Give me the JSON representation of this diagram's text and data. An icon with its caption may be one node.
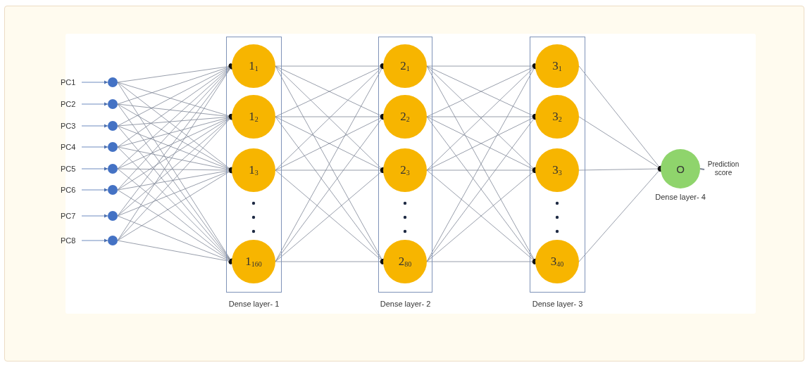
{
  "diagram": {
    "nodes": [
      {
        "text": [
          "PC1"
        ]
      },
      {
        "text": [
          "PC2"
        ]
      },
      {
        "text": [
          "PC3"
        ]
      },
      {
        "text": [
          "PC4"
        ]
      },
      {
        "text": [
          "PC5"
        ]
      },
      {
        "text": [
          "PC6"
        ]
      },
      {
        "text": [
          "PC7"
        ]
      },
      {
        "text": [
          "PC8"
        ]
      },
      {
        "text": [],
        "shape": "circle"
      },
      {
        "text": [],
        "shape": "circle"
      },
      {
        "text": [],
        "shape": "circle"
      },
      {
        "text": [],
        "shape": "circle"
      },
      {
        "text": [],
        "shape": "circle"
      },
      {
        "text": [],
        "shape": "circle"
      },
      {
        "text": [],
        "shape": "circle"
      },
      {
        "text": [],
        "shape": "circle"
      },
      {
        "text": [
          "Dense layer- 1"
        ]
      },
      {
        "text": [
          "1$_{1}$"
        ],
        "in": 16
      },
      {
        "text": [
          "1$_{2}$"
        ],
        "in": 16
      },
      {
        "text": [
          "1$_{3}$"
        ],
        "in": 16
      },
      {
        "text": [
          "1$_{160}$"
        ],
        "in": 16
      },
      {
        "text": [
          "Dense layer- 2"
        ]
      },
      {
        "text": [
          "2$_{1}$"
        ],
        "in": 21
      },
      {
        "text": [
          "2$_{2}$"
        ],
        "in": 21
      },
      {
        "text": [
          "2$_{3}$"
        ],
        "in": 21
      },
      {
        "text": [
          "2$_{80}$"
        ],
        "in": 21
      },
      {
        "text": [
          "Dense layer- 3"
        ]
      },
      {
        "text": [
          "3$_{1}$"
        ],
        "in": 26
      },
      {
        "text": [
          "3$_{2}$"
        ],
        "in": 26
      },
      {
        "text": [
          "3$_{3}$"
        ],
        "in": 26
      },
      {
        "text": [
          "3$_{40}$"
        ],
        "in": 26
      },
      {
        "text": [
          "O"
        ],
        "beside": [
          "Dense layer- 4"
        ]
      },
      {
        "text": [
          "Prediction score"
        ]
      }
    ],
    "edges": [
      {
        "from": 0,
        "to": 8,
        "arrow": "to"
      },
      {
        "from": 1,
        "to": 9,
        "arrow": "to"
      },
      {
        "from": 2,
        "to": 10,
        "arrow": "to"
      },
      {
        "from": 3,
        "to": 11,
        "arrow": "to"
      },
      {
        "from": 4,
        "to": 12,
        "arrow": "to"
      },
      {
        "from": 5,
        "to": 13,
        "arrow": "to"
      },
      {
        "from": 6,
        "to": 14,
        "arrow": "to"
      },
      {
        "from": 7,
        "to": 15,
        "arrow": "to"
      },
      {
        "from": 8,
        "to": 17,
        "arrow": "other"
      },
      {
        "from": 8,
        "to": 18,
        "arrow": "other"
      },
      {
        "from": 8,
        "to": 19,
        "arrow": "other"
      },
      {
        "from": 8,
        "to": 20,
        "arrow": "other"
      },
      {
        "from": 9,
        "to": 17,
        "arrow": "other"
      },
      {
        "from": 9,
        "to": 18,
        "arrow": "other"
      },
      {
        "from": 9,
        "to": 19,
        "arrow": "other"
      },
      {
        "from": 9,
        "to": 20,
        "arrow": "other"
      },
      {
        "from": 10,
        "to": 17,
        "arrow": "other"
      },
      {
        "from": 10,
        "to": 18,
        "arrow": "other"
      },
      {
        "from": 10,
        "to": 19,
        "arrow": "other"
      },
      {
        "from": 10,
        "to": 20,
        "arrow": "other"
      },
      {
        "from": 11,
        "to": 17,
        "arrow": "other"
      },
      {
        "from": 11,
        "to": 18,
        "arrow": "other"
      },
      {
        "from": 11,
        "to": 19,
        "arrow": "other"
      },
      {
        "from": 11,
        "to": 20,
        "arrow": "other"
      },
      {
        "from": 12,
        "to": 17,
        "arrow": "other"
      },
      {
        "from": 12,
        "to": 18,
        "arrow": "other"
      },
      {
        "from": 12,
        "to": 19,
        "arrow": "other"
      },
      {
        "from": 12,
        "to": 20,
        "arrow": "other"
      },
      {
        "from": 13,
        "to": 17,
        "arrow": "other"
      },
      {
        "from": 13,
        "to": 18,
        "arrow": "other"
      },
      {
        "from": 13,
        "to": 19,
        "arrow": "other"
      },
      {
        "from": 13,
        "to": 20,
        "arrow": "other"
      },
      {
        "from": 14,
        "to": 17,
        "arrow": "other"
      },
      {
        "from": 14,
        "to": 18,
        "arrow": "other"
      },
      {
        "from": 14,
        "to": 19,
        "arrow": "other"
      },
      {
        "from": 14,
        "to": 20,
        "arrow": "other"
      },
      {
        "from": 15,
        "to": 17,
        "arrow": "other"
      },
      {
        "from": 15,
        "to": 18,
        "arrow": "other"
      },
      {
        "from": 15,
        "to": 19,
        "arrow": "other"
      },
      {
        "from": 15,
        "to": 20,
        "arrow": "other"
      },
      {
        "from": 17,
        "to": 22,
        "arrow": "other"
      },
      {
        "from": 17,
        "to": 23,
        "arrow": "other"
      },
      {
        "from": 17,
        "to": 24,
        "arrow": "other"
      },
      {
        "from": 17,
        "to": 25,
        "arrow": "other"
      },
      {
        "from": 18,
        "to": 22,
        "arrow": "other"
      },
      {
        "from": 18,
        "to": 23,
        "arrow": "other"
      },
      {
        "from": 18,
        "to": 24,
        "arrow": "other"
      },
      {
        "from": 18,
        "to": 25,
        "arrow": "other"
      },
      {
        "from": 19,
        "to": 22,
        "arrow": "other"
      },
      {
        "from": 19,
        "to": 23,
        "arrow": "other"
      },
      {
        "from": 19,
        "to": 24,
        "arrow": "other"
      },
      {
        "from": 19,
        "to": 25,
        "arrow": "other"
      },
      {
        "from": 20,
        "to": 22,
        "arrow": "other"
      },
      {
        "from": 20,
        "to": 23,
        "arrow": "other"
      },
      {
        "from": 20,
        "to": 24,
        "arrow": "other"
      },
      {
        "from": 20,
        "to": 25,
        "arrow": "other"
      },
      {
        "from": 22,
        "to": 27,
        "arrow": "other"
      },
      {
        "from": 22,
        "to": 28,
        "arrow": "other"
      },
      {
        "from": 22,
        "to": 29,
        "arrow": "other"
      },
      {
        "from": 22,
        "to": 30,
        "arrow": "other"
      },
      {
        "from": 23,
        "to": 27,
        "arrow": "other"
      },
      {
        "from": 23,
        "to": 28,
        "arrow": "other"
      },
      {
        "from": 23,
        "to": 29,
        "arrow": "other"
      },
      {
        "from": 23,
        "to": 30,
        "arrow": "other"
      },
      {
        "from": 24,
        "to": 27,
        "arrow": "other"
      },
      {
        "from": 24,
        "to": 28,
        "arrow": "other"
      },
      {
        "from": 24,
        "to": 29,
        "arrow": "other"
      },
      {
        "from": 24,
        "to": 30,
        "arrow": "other"
      },
      {
        "from": 25,
        "to": 27,
        "arrow": "other"
      },
      {
        "from": 25,
        "to": 28,
        "arrow": "other"
      },
      {
        "from": 25,
        "to": 29,
        "arrow": "other"
      },
      {
        "from": 25,
        "to": 30,
        "arrow": "other"
      },
      {
        "from": 27,
        "to": 31,
        "arrow": "other"
      },
      {
        "from": 28,
        "to": 31,
        "arrow": "other"
      },
      {
        "from": 29,
        "to": 31,
        "arrow": "other"
      },
      {
        "from": 30,
        "to": 31,
        "arrow": "other"
      },
      {
        "from": 31,
        "to": 32,
        "arrow": "none"
      }
    ]
  }
}
